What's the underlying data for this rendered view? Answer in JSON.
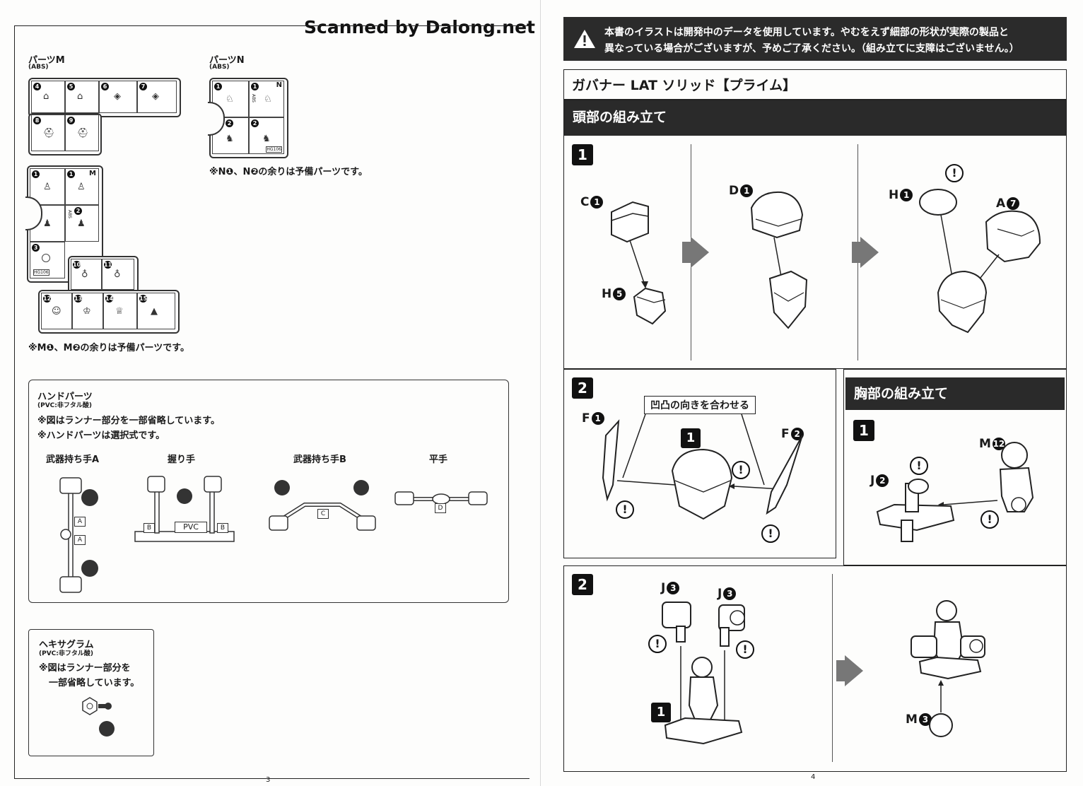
{
  "watermark": "Scanned by Dalong.net",
  "left": {
    "partsM": {
      "title": "パーツM",
      "material": "(ABS)"
    },
    "partsN": {
      "title": "パーツN",
      "material": "(ABS)"
    },
    "runner_codes": {
      "m_id": "M",
      "n_id": "N",
      "abs": "ABS",
      "code": "HG106"
    },
    "noteN": "※N❶、N❷の余りは予備パーツです。",
    "noteM": "※M❶、M❷の余りは予備パーツです。",
    "hands": {
      "title": "ハンドパーツ",
      "material": "(PVC:非フタル酸)",
      "note1": "※図はランナー部分を一部省略しています。",
      "note2": "※ハンドパーツは選択式です。",
      "types": [
        "武器持ち手A",
        "握り手",
        "武器持ち手B",
        "平手"
      ],
      "tags": {
        "a": "A",
        "b": "B",
        "pvc": "PVC",
        "c": "C",
        "d": "D"
      }
    },
    "hexagram": {
      "title": "ヘキサグラム",
      "material": "(PVC:非フタル酸)",
      "note1": "※図はランナー部分を",
      "note2": "一部省略しています。"
    },
    "page_number": "3"
  },
  "right": {
    "warning_line1": "本書のイラストは開発中のデータを使用しています。やむをえず細部の形状が実際の製品と",
    "warning_line2": "異なっている場合がございますが、予めご了承ください。（組み立てに支障はございません。）",
    "product_title": "ガバナー LAT ソリッド【プライム】",
    "head_section": "頭部の組み立て",
    "chest_section": "胸部の組み立て",
    "callout": "凹凸の向きを合わせる",
    "steps": {
      "s1": "1",
      "s2": "2"
    },
    "warn_mark": "!",
    "refs": {
      "c": "C",
      "c_n": "1",
      "h5": "H",
      "h5_n": "5",
      "d": "D",
      "d_n": "1",
      "h1": "H",
      "h1_n": "1",
      "a": "A",
      "a_n": "7",
      "f1": "F",
      "f1_n": "1",
      "f2": "F",
      "f2_n": "2",
      "j2": "J",
      "j2_n": "2",
      "m12": "M",
      "m12_n": "12",
      "j3a": "J",
      "j3a_n": "3",
      "j3b": "J",
      "j3b_n": "3",
      "m3": "M",
      "m3_n": "3"
    },
    "page_number": "4"
  },
  "runnerM": {
    "top": [
      "4",
      "5",
      "6",
      "7"
    ],
    "mid": [
      "8",
      "9"
    ],
    "block2": [
      "1",
      "1",
      "2",
      "2",
      "3"
    ],
    "row3": [
      "10",
      "11"
    ],
    "row4": [
      "12",
      "13",
      "14",
      "15"
    ]
  },
  "runnerN": [
    "1",
    "1",
    "2",
    "2"
  ]
}
